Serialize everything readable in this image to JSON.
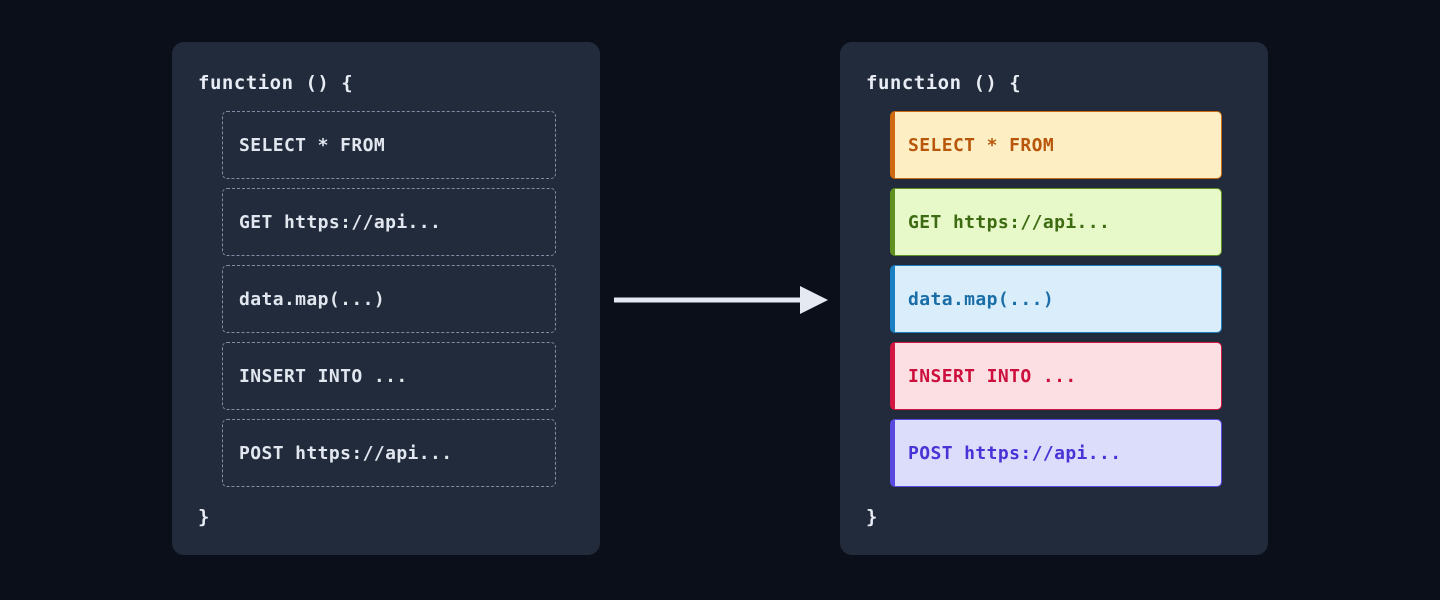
{
  "page": {
    "background": "#0b0f1a",
    "panel_background": "#222b3c"
  },
  "before_panel": {
    "name": "unclassified-code-block",
    "header": "function () {",
    "footer": "}",
    "text_color": "#e2e7ef",
    "border_style": "dashed",
    "border_color": "#7f8da6",
    "statements": [
      {
        "text": "SELECT * FROM"
      },
      {
        "text": "GET https://api..."
      },
      {
        "text": "data.map(...)"
      },
      {
        "text": "INSERT INTO ..."
      },
      {
        "text": "POST https://api..."
      }
    ]
  },
  "arrow": {
    "name": "transform-arrow",
    "direction": "right",
    "color": "#e4e9f2"
  },
  "after_panel": {
    "name": "classified-code-block",
    "header": "function () {",
    "footer": "}",
    "statements": [
      {
        "text": "SELECT * FROM",
        "category": "sql-select",
        "background": "#fdeec4",
        "accent": "#cd6a12",
        "text_color": "#b8560a"
      },
      {
        "text": "GET https://api...",
        "category": "http-get",
        "background": "#e7f8c9",
        "accent": "#5f9020",
        "text_color": "#3d6b12"
      },
      {
        "text": "data.map(...)",
        "category": "data-transform",
        "background": "#d9edfb",
        "accent": "#1b7fc4",
        "text_color": "#1a6ea8"
      },
      {
        "text": "INSERT INTO ...",
        "category": "sql-insert",
        "background": "#fcdfe3",
        "accent": "#d31742",
        "text_color": "#cc0f3c"
      },
      {
        "text": "POST https://api...",
        "category": "http-post",
        "background": "#dcdcfb",
        "accent": "#5a4ae0",
        "text_color": "#4a33d6"
      }
    ]
  }
}
